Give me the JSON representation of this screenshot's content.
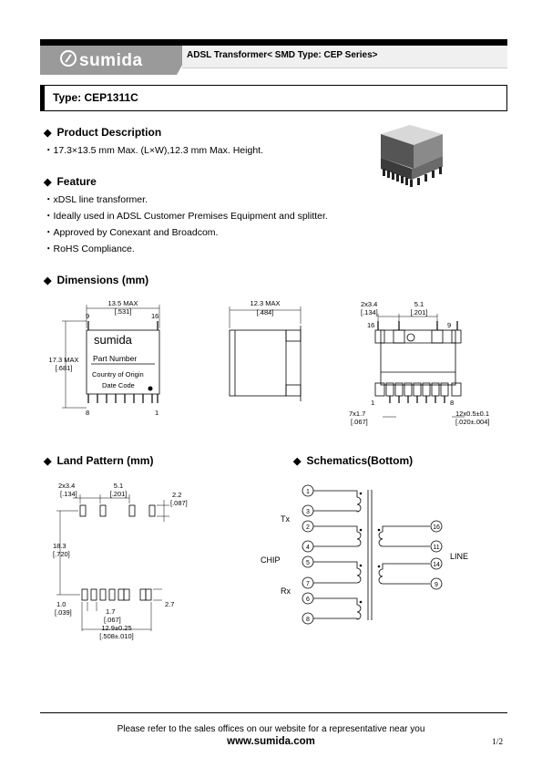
{
  "header": {
    "brand": "sumida",
    "title": "ADSL Transformer< SMD Type: CEP Series>"
  },
  "type_title": "Type: CEP1311C",
  "product_description": {
    "heading": "Product Description",
    "line": "・17.3×13.5 mm Max. (L×W),12.3 mm Max. Height."
  },
  "feature": {
    "heading": "Feature",
    "items": [
      "・xDSL line transformer.",
      "・Ideally used in ADSL Customer Premises Equipment and splitter.",
      "・Approved by Conexant and Broadcom.",
      "・RoHS Compliance."
    ]
  },
  "dimensions": {
    "heading": "Dimensions (mm)",
    "top_width": "13.5 MAX",
    "top_width_in": "[.531]",
    "length": "17.3 MAX",
    "length_in": "[.681]",
    "pin_9": "9",
    "pin_16": "16",
    "pin_8": "8",
    "pin_1": "1",
    "label_brand": "sumida",
    "label_part": "Part Number",
    "label_country": "Country of Origin",
    "label_date": "Date Code",
    "height": "12.3 MAX",
    "height_in": "[.484]",
    "pitch_count": "2x3.4",
    "pitch_count_in": "[.134]",
    "pitch": "5.1",
    "pitch_in": "[.201]",
    "bottom_16": "16",
    "bottom_9": "9",
    "bottom_1": "1",
    "bottom_8": "8",
    "lead_pitch": "7x1.7",
    "lead_pitch_in": "[.067]",
    "lead_width": "12x0.5±0.1",
    "lead_width_in": "[.020±.004]"
  },
  "land_pattern": {
    "heading": "Land Pattern (mm)",
    "pitch_count": "2x3.4",
    "pitch_count_in": "[.134]",
    "pitch": "5.1",
    "pitch_in": "[.201]",
    "pad_len": "2.2",
    "pad_len_in": "[.087]",
    "span": "18.3",
    "span_in": "[.720]",
    "pad_w": "1.0",
    "pad_w_in": "[.039]",
    "lead_pitch": "1.7",
    "lead_pitch_in": "[.067]",
    "pad_h": "2.7",
    "total": "12.9±0.25",
    "total_in": "[.508±.010]"
  },
  "schematics": {
    "heading": "Schematics(Bottom)",
    "pins_left": [
      "1",
      "3",
      "2",
      "4",
      "5",
      "7",
      "6",
      "8"
    ],
    "pins_right": [
      "16",
      "11",
      "14",
      "9"
    ],
    "label_tx": "Tx",
    "label_chip": "CHIP",
    "label_rx": "Rx",
    "label_line": "LINE"
  },
  "footer": {
    "note": "Please refer to the sales offices on our website for a representative near you",
    "url": "www.sumida.com",
    "page": "1/2"
  }
}
